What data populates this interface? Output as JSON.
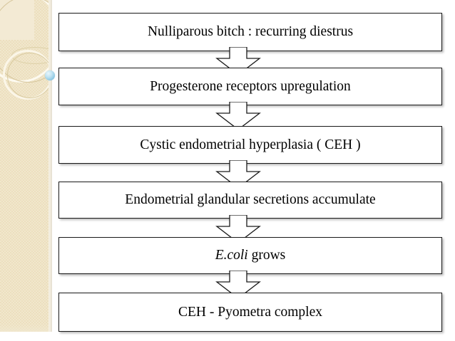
{
  "slide": {
    "background_color": "#ffffff",
    "sidebar": {
      "name": "decorative-sidebar",
      "base_color": "#ecdfbe",
      "corner_block_color": "#f3ead4",
      "accent_sphere_color": "#8ec9e4"
    }
  },
  "flowchart": {
    "type": "vertical-flow",
    "box_border_color": "#1a1a1a",
    "box_fill_color": "#ffffff",
    "arrow_outline_color": "#1a1a1a",
    "arrow_fill_color": "#ffffff",
    "steps": [
      {
        "id": "step-1",
        "label": "Nulliparous bitch : recurring diestrus",
        "italic_prefix": ""
      },
      {
        "id": "step-2",
        "label": "Progesterone receptors upregulation",
        "italic_prefix": ""
      },
      {
        "id": "step-3",
        "label": "Cystic endometrial hyperplasia ( CEH )",
        "italic_prefix": ""
      },
      {
        "id": "step-4",
        "label": "Endometrial glandular secretions accumulate",
        "italic_prefix": ""
      },
      {
        "id": "step-5",
        "label": "grows",
        "italic_prefix": "E.coli"
      },
      {
        "id": "step-6",
        "label": "CEH - Pyometra complex",
        "italic_prefix": ""
      }
    ],
    "connectors": [
      {
        "id": "arrow-1",
        "from": "step-1",
        "to": "step-2",
        "direction": "down"
      },
      {
        "id": "arrow-2",
        "from": "step-2",
        "to": "step-3",
        "direction": "down"
      },
      {
        "id": "arrow-3",
        "from": "step-3",
        "to": "step-4",
        "direction": "down"
      },
      {
        "id": "arrow-4",
        "from": "step-4",
        "to": "step-5",
        "direction": "down"
      },
      {
        "id": "arrow-5",
        "from": "step-5",
        "to": "step-6",
        "direction": "down"
      }
    ]
  }
}
